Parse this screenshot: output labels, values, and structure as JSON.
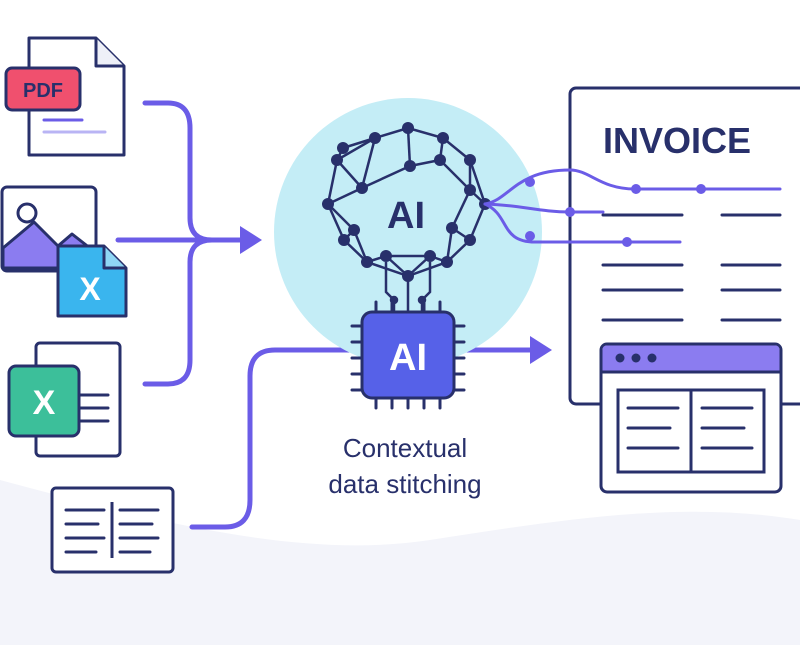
{
  "colors": {
    "navy": "#28306b",
    "purple": "#6b5ce7",
    "indigo": "#5661e8",
    "glow": "#c4edf6",
    "pdf_red": "#f0506e",
    "excel_blue": "#3ab5ee",
    "excel_green": "#3cbf9a",
    "image_purple": "#8b7cf0",
    "page_bg": "#f5f6fb"
  },
  "sources": {
    "pdf_badge": "PDF",
    "excel_badge_1": "X",
    "excel_badge_2": "X"
  },
  "hub": {
    "brain_label": "AI",
    "chip_label": "AI",
    "caption_line1": "Contextual",
    "caption_line2": "data stitching"
  },
  "invoice": {
    "title": "INVOICE"
  }
}
